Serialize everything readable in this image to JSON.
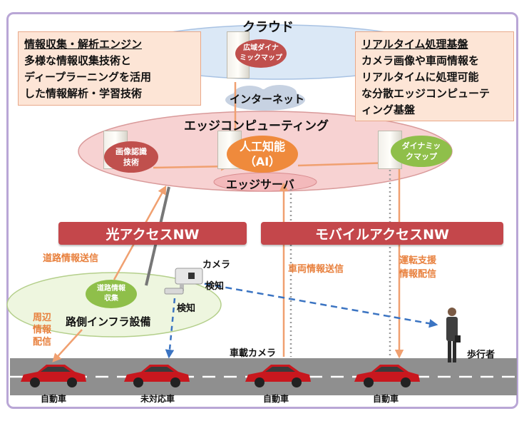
{
  "labels": {
    "cloud": "クラウド",
    "cloud_bubble_1": "広域ダイナ",
    "cloud_bubble_2": "ミックマップ",
    "internet": "インターネット",
    "edge_computing": "エッジコンピューティング",
    "ai_1": "人工知能",
    "ai_2": "（AI）",
    "edge_server": "エッジサーバ",
    "image_recog_1": "画像認識",
    "image_recog_2": "技術",
    "dyn_map_1": "ダイナミッ",
    "dyn_map_2": "クマップ",
    "road_collect_1": "道路情報",
    "road_collect_2": "収集",
    "roadside_infra": "路側インフラ設備",
    "camera": "カメラ",
    "detect_1": "検知",
    "detect_2": "検知",
    "road_info_send": "道路情報送信",
    "vehicle_info_send": "車両情報送信",
    "drive_support_1": "運転支援",
    "drive_support_2": "情報配信",
    "surround_1": "周辺",
    "surround_2": "情報",
    "surround_3": "配信",
    "onboard_camera": "車載カメラ",
    "pedestrian": "歩行者"
  },
  "callouts": {
    "left": {
      "title": "情報収集・解析エンジン",
      "lines": [
        "多様な情報収集技術と",
        "ディープラーニングを活用",
        "した情報解析・学習技術"
      ]
    },
    "right": {
      "title": "リアルタイム処理基盤",
      "lines": [
        "カメラ画像や車両情報を",
        "リアルタイムに処理可能",
        "な分散エッジコンピューテ",
        "ィング基盤"
      ]
    }
  },
  "banners": {
    "optical": "光アクセスNW",
    "mobile": "モバイルアクセスNW"
  },
  "cars": [
    {
      "label": "自動車"
    },
    {
      "label": "未対応車"
    },
    {
      "label": "自動車"
    },
    {
      "label": "自動車"
    }
  ],
  "colors": {
    "frame": "#b9a6d6",
    "arrow_orange": "#f0a070",
    "banner_red": "#c4474b",
    "edge_ellipse_fill": "#f7d2d2",
    "cloud_ellipse_fill": "#dbe8f6",
    "infra_ellipse_fill": "#eef6df",
    "bubble_red": "#c0504d",
    "bubble_orange": "#ef8a3c",
    "bubble_green": "#8fbf4a",
    "detect_blue": "#3b74c2",
    "car_red": "#c8171e",
    "road_gray": "#8f8f8f"
  },
  "icons": [
    "server-icon",
    "cloud-icon",
    "camera-icon",
    "car-icon",
    "pedestrian-icon"
  ]
}
